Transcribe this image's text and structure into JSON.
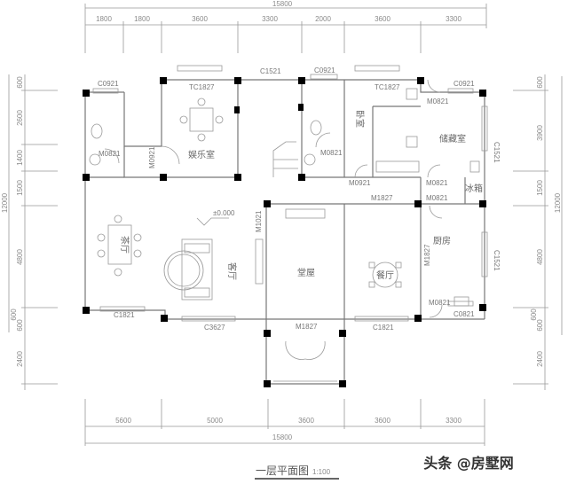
{
  "drawing": {
    "title": "一层平面图",
    "scale": "1:100",
    "watermark": "头条 @房墅网",
    "elevation_mark": "±0.000"
  },
  "dimensions": {
    "top_total": "15800",
    "top_segments": [
      "1800",
      "1800",
      "3600",
      "3300",
      "2000",
      "3600",
      "3300"
    ],
    "bottom_segments": [
      "5600",
      "5000",
      "3600",
      "3600",
      "3300"
    ],
    "bottom_total": "15800",
    "left_total": "12000",
    "left_segments": [
      "600",
      "2600",
      "1400",
      "1500",
      "4800",
      "600",
      "600",
      "2400"
    ],
    "right_total": "12000",
    "right_segments": [
      "600",
      "3900",
      "1500",
      "4800",
      "600",
      "600",
      "2400"
    ]
  },
  "rooms": {
    "entertainment": "娱乐室",
    "tea_room": "茶厅",
    "living_room": "客厅",
    "hall": "堂屋",
    "dining": "餐厅",
    "kitchen": "厨房",
    "bedroom": "卧室",
    "elder_room": "储藏室",
    "fridge": "冰箱"
  },
  "openings": {
    "c0921_left": "C0921",
    "tc1827_left": "TC1827",
    "c1521_top": "C1521",
    "c0921_mid": "C0921",
    "tc1827_right": "TC1827",
    "c0921_right": "C0921",
    "m0821_left": "M0821",
    "m0921_ent": "M0921",
    "m0821_bath": "M0821",
    "m0921_bed": "M0921",
    "m0821_store": "M0821",
    "m0821_kit_top": "M0821",
    "m1827_mid": "M1827",
    "m1021": "M1021",
    "m1827_entry": "M1827",
    "m0821_kit_bot": "M0821",
    "c1521_right_top": "C1521",
    "c1521_right_mid": "C1521",
    "c1821_left": "C1821",
    "c3627": "C3627",
    "c1821_right": "C1821",
    "c0821_bot": "C0821",
    "m1827_kitchen": "M1827"
  }
}
